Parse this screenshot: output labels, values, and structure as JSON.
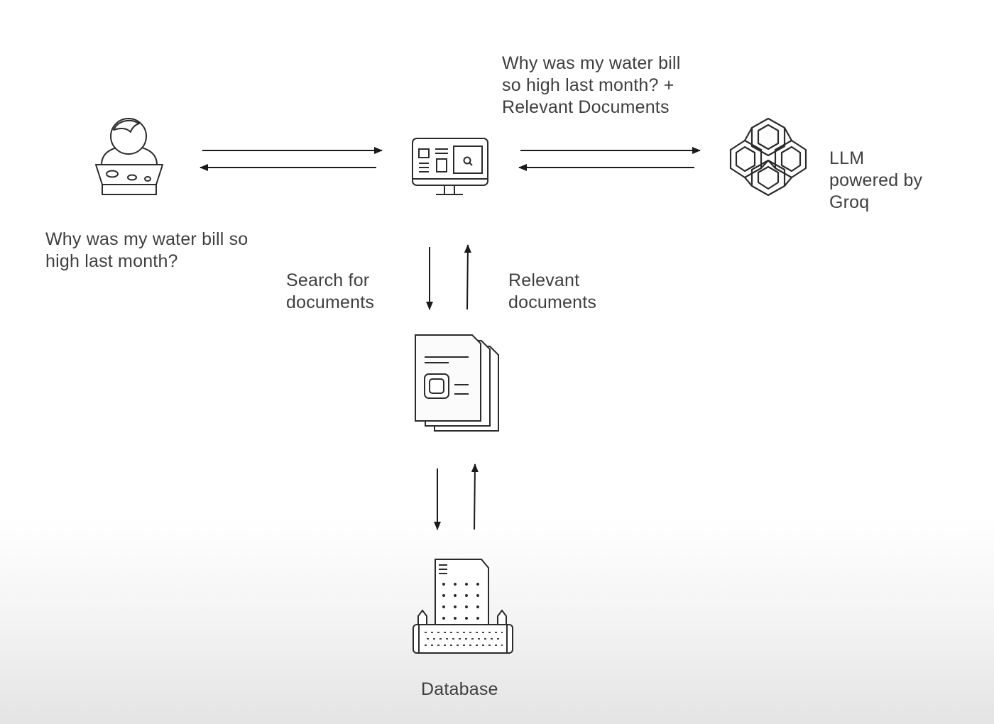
{
  "nodes": {
    "user": {
      "icon": "user-laptop-icon",
      "caption": "Why was my water bill so\nhigh last month?"
    },
    "app": {
      "icon": "web-app-search-icon"
    },
    "llm": {
      "icon": "llm-knot-logo-icon",
      "caption": "LLM\npowered by\nGroq"
    },
    "documents": {
      "icon": "documents-stack-icon"
    },
    "database": {
      "icon": "database-server-icon",
      "caption": "Database"
    }
  },
  "edges": {
    "app_to_llm": "Why was my water bill\nso high last month? +\nRelevant Documents",
    "app_to_documents": "Search for\ndocuments",
    "documents_to_app": "Relevant\ndocuments"
  },
  "colors": {
    "stroke": "#2b2b2b",
    "text": "#3f3f3f"
  }
}
